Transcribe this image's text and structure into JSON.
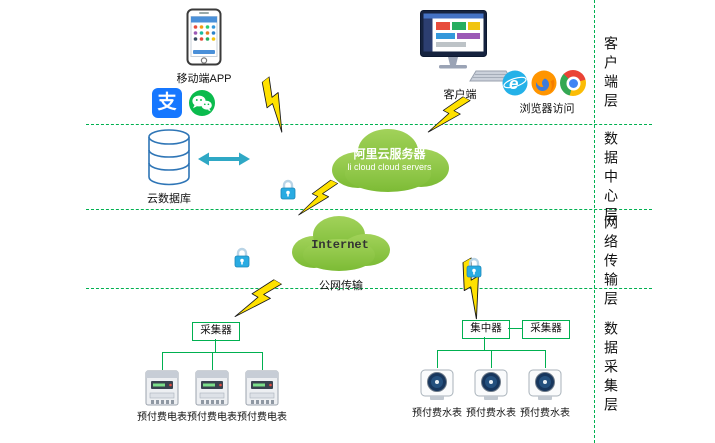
{
  "layer_labels": {
    "client": "客户端层",
    "data_center": "数据中心层",
    "network": "网络传输层",
    "collection": "数据采集层"
  },
  "client_layer": {
    "mobile_app": "移动端APP",
    "client": "客户端",
    "browser": "浏览器访问",
    "alipay_glyph": "支",
    "ie_glyph": "e"
  },
  "data_center_layer": {
    "cloud_db": "云数据库",
    "ali_cloud_title": "阿里云服务器",
    "ali_cloud_subtitle": "li cloud  cloud servers"
  },
  "network_layer": {
    "internet": "Internet",
    "public_transmission": "公网传输"
  },
  "collection_layer": {
    "collector_left": "采集器",
    "concentrator": "集中器",
    "collector_right": "采集器",
    "electric_meters": [
      "预付费电表",
      "预付费电表",
      "预付费电表"
    ],
    "water_meters": [
      "预付费水表",
      "预付费水表",
      "预付费水表"
    ]
  },
  "colors": {
    "cloud_green": "#8DC63F",
    "connector_green": "#00B050",
    "bolt_yellow": "#FFE100",
    "lock_blue": "#29ABE2",
    "alipay_blue": "#1677FF",
    "wechat_green": "#0BBB4D"
  }
}
